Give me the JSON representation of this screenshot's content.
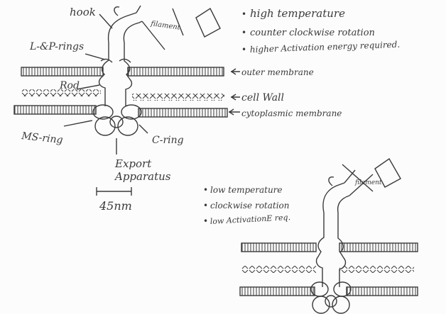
{
  "labels": {
    "hook": "hook",
    "filament_top": "filament",
    "l_p_rings": "L-&P-rings",
    "rod": "Rod",
    "ms_ring": "MS-ring",
    "c_ring": "C-ring",
    "export_line1": "Export",
    "export_line2": "Apparatus",
    "scale": "45nm",
    "outer_membrane": "outer membrane",
    "cell_wall": "cell Wall",
    "cytoplasmic_membrane": "cytoplasmic membrane",
    "filament_bottom": "filament"
  },
  "notes_top": [
    "high temperature",
    "counter clockwise rotation",
    "higher Activation energy required."
  ],
  "notes_bottom": [
    "low temperature",
    "clockwise rotation",
    "low ActivationE req."
  ],
  "colors": {
    "ink": "#3a3a3a",
    "paper": "#fcfcfc"
  }
}
